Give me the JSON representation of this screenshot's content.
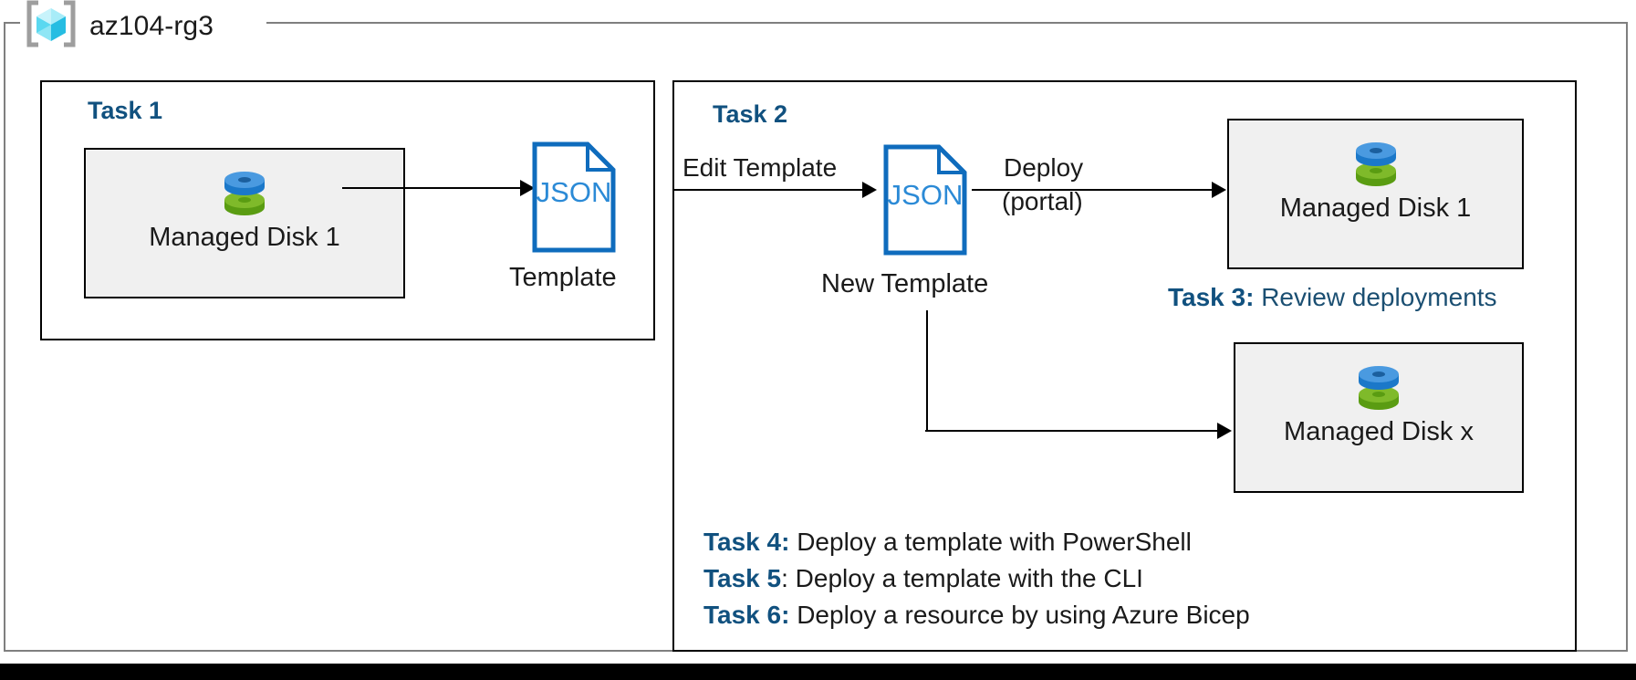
{
  "resource_group": {
    "name": "az104-rg3",
    "icon": "resource-group-cube-icon"
  },
  "task1": {
    "heading": "Task 1",
    "resource": {
      "label": "Managed Disk 1",
      "icon": "managed-disk-icon"
    },
    "artifact": {
      "icon_label": "JSON",
      "caption": "Template"
    },
    "arrow_label": ""
  },
  "task2": {
    "heading": "Task 2",
    "edge_edit_label": "Edit Template",
    "artifact": {
      "icon_label": "JSON",
      "caption": "New Template"
    },
    "edge_deploy_line1": "Deploy",
    "edge_deploy_line2": "(portal)",
    "outputs": [
      {
        "label": "Managed Disk 1",
        "icon": "managed-disk-icon"
      },
      {
        "label": "Managed Disk x",
        "icon": "managed-disk-icon"
      }
    ]
  },
  "notes": {
    "task3": {
      "key": "Task 3:",
      "value": "Review deployments"
    },
    "task4": {
      "key": "Task 4:",
      "value": "Deploy a template with PowerShell"
    },
    "task5": {
      "key": "Task 5",
      "sep": ":",
      "value": "Deploy a template with the CLI"
    },
    "task6": {
      "key": "Task 6:",
      "value": "Deploy a resource by using Azure Bicep"
    }
  },
  "colors": {
    "accent_blue": "#11517f",
    "note_blue": "#1b4f72",
    "json_blue": "#0f6cbd",
    "json_text_blue": "#2b8ad6",
    "tile_fill": "#f0f0f0",
    "frame_gray": "#7f7f7f",
    "disk_blue": "#3f8fdc",
    "disk_green": "#76bc21",
    "cube_cyan": "#5ad8f0"
  }
}
